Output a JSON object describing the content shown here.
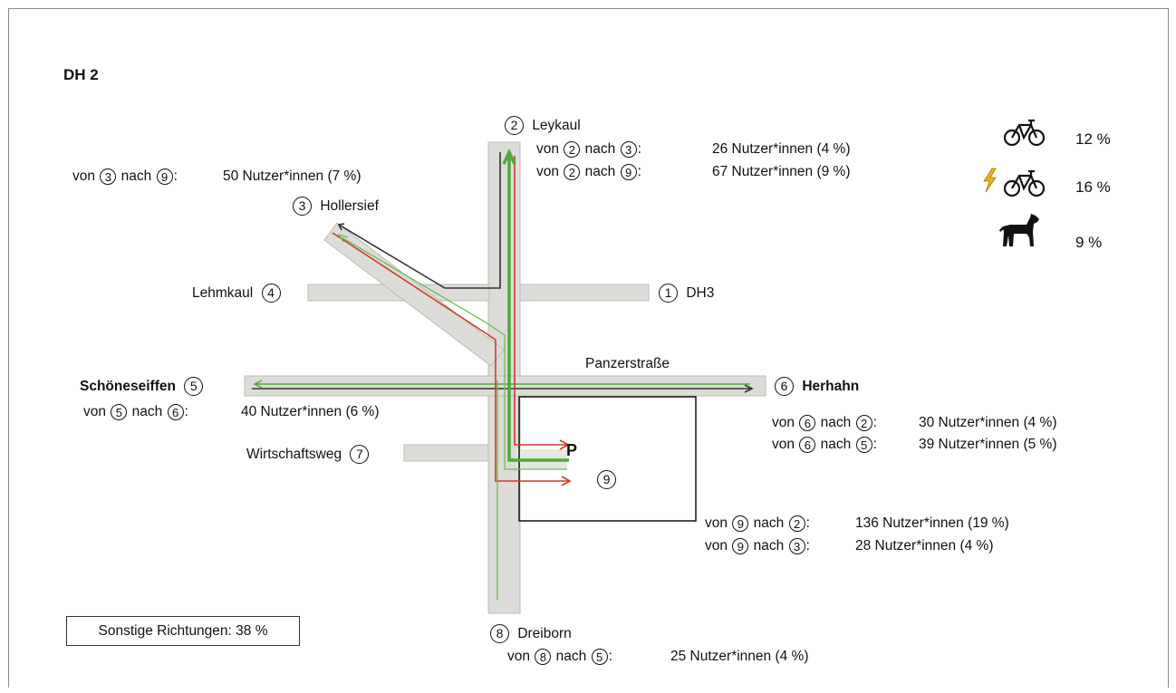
{
  "title": "DH 2",
  "nodes": {
    "n1": {
      "num": "1",
      "label": "DH3"
    },
    "n2": {
      "num": "2",
      "label": "Leykaul"
    },
    "n3": {
      "num": "3",
      "label": "Hollersief"
    },
    "n4": {
      "num": "4",
      "label": "Lehmkaul"
    },
    "n5": {
      "num": "5",
      "label": "Schöneseiffen"
    },
    "n6": {
      "num": "6",
      "label": "Herhahn"
    },
    "n7": {
      "num": "7",
      "label": "Wirtschaftsweg"
    },
    "n8": {
      "num": "8",
      "label": "Dreiborn"
    },
    "n9": {
      "num": "9",
      "label": "P"
    }
  },
  "road_label": "Panzerstraße",
  "words": {
    "von": "von",
    "nach": "nach"
  },
  "flows": [
    {
      "id": "f2_3",
      "from": "2",
      "to": "3",
      "value": "26 Nutzer*innen (4 %)"
    },
    {
      "id": "f2_9",
      "from": "2",
      "to": "9",
      "value": "67 Nutzer*innen (9 %)"
    },
    {
      "id": "f3_9",
      "from": "3",
      "to": "9",
      "value": "50 Nutzer*innen (7 %)"
    },
    {
      "id": "f5_6",
      "from": "5",
      "to": "6",
      "value": "40 Nutzer*innen (6 %)"
    },
    {
      "id": "f6_2",
      "from": "6",
      "to": "2",
      "value": "30 Nutzer*innen (4 %)"
    },
    {
      "id": "f6_5",
      "from": "6",
      "to": "5",
      "value": "39 Nutzer*innen (5 %)"
    },
    {
      "id": "f9_2",
      "from": "9",
      "to": "2",
      "value": "136 Nutzer*innen (19 %)"
    },
    {
      "id": "f9_3",
      "from": "9",
      "to": "3",
      "value": "28 Nutzer*innen (4 %)"
    },
    {
      "id": "f8_5",
      "from": "8",
      "to": "5",
      "value": "25 Nutzer*innen (4 %)"
    }
  ],
  "stats": {
    "bike": {
      "icon": "bicycle-icon",
      "value": "12 %"
    },
    "ebike": {
      "icon": "e-bike-icon",
      "value": "16 %"
    },
    "dog": {
      "icon": "dog-icon",
      "value": "9 %"
    }
  },
  "other_directions": "Sonstige Richtungen: 38 %",
  "colors": {
    "road": "#d9d9d5",
    "red": "#d03a2a",
    "green": "#4fa83a",
    "dark": "#333333"
  }
}
